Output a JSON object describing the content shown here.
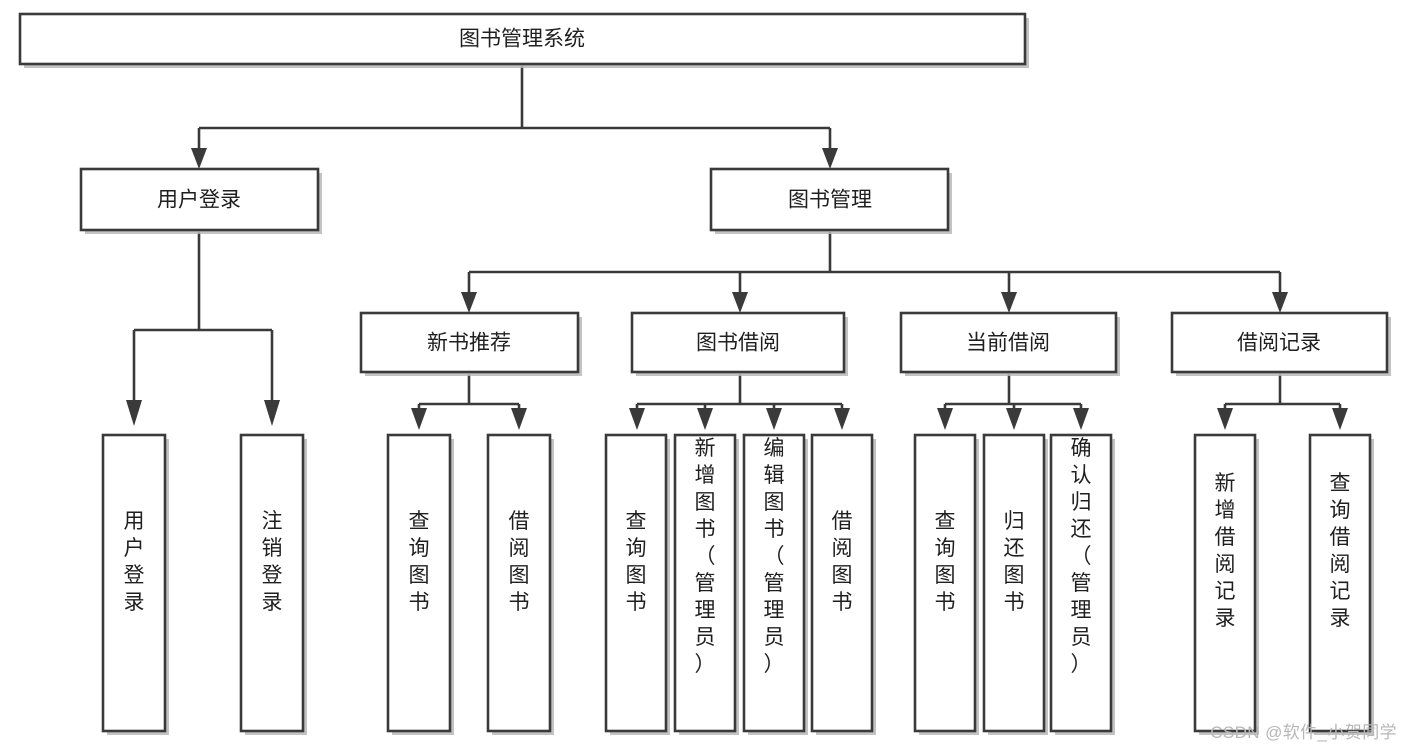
{
  "diagram": {
    "title": "图书管理系统",
    "type": "tree-hierarchy-flowchart",
    "orientation": "top-down",
    "colors": {
      "node_fill": "#ffffff",
      "node_stroke": "#3a3a3a",
      "text": "#1f1f1f",
      "watermark": "#b7b7b7",
      "background": "#ffffff"
    },
    "levels": {
      "root": {
        "label": "图书管理系统"
      },
      "level2": [
        {
          "id": "user-login",
          "label": "用户登录"
        },
        {
          "id": "book-management",
          "label": "图书管理"
        }
      ],
      "level3": [
        {
          "id": "new-book-recommend",
          "label": "新书推荐",
          "parent": "book-management"
        },
        {
          "id": "book-borrow",
          "label": "图书借阅",
          "parent": "book-management"
        },
        {
          "id": "current-borrow",
          "label": "当前借阅",
          "parent": "book-management"
        },
        {
          "id": "borrow-record",
          "label": "借阅记录",
          "parent": "book-management"
        }
      ],
      "leaves": [
        {
          "id": "leaf-user-login",
          "label": "用户登录",
          "parent": "user-login"
        },
        {
          "id": "leaf-logout-login",
          "label": "注销登录",
          "parent": "user-login"
        },
        {
          "id": "leaf-query-book-1",
          "label": "查询图书",
          "parent": "new-book-recommend"
        },
        {
          "id": "leaf-borrow-book-1",
          "label": "借阅图书",
          "parent": "new-book-recommend"
        },
        {
          "id": "leaf-query-book-2",
          "label": "查询图书",
          "parent": "book-borrow"
        },
        {
          "id": "leaf-add-book",
          "label": "新增图书（管理员）",
          "parent": "book-borrow"
        },
        {
          "id": "leaf-edit-book",
          "label": "编辑图书（管理员）",
          "parent": "book-borrow"
        },
        {
          "id": "leaf-borrow-book-2",
          "label": "借阅图书",
          "parent": "book-borrow"
        },
        {
          "id": "leaf-query-book-3",
          "label": "查询图书",
          "parent": "current-borrow"
        },
        {
          "id": "leaf-return-book",
          "label": "归还图书",
          "parent": "current-borrow"
        },
        {
          "id": "leaf-confirm-return",
          "label": "确认归还（管理员）",
          "parent": "current-borrow"
        },
        {
          "id": "leaf-add-record",
          "label": "新增借阅记录",
          "parent": "borrow-record"
        },
        {
          "id": "leaf-query-record",
          "label": "查询借阅记录",
          "parent": "borrow-record"
        }
      ]
    }
  },
  "watermark": {
    "text": "CSDN @软件_小贺同学"
  }
}
